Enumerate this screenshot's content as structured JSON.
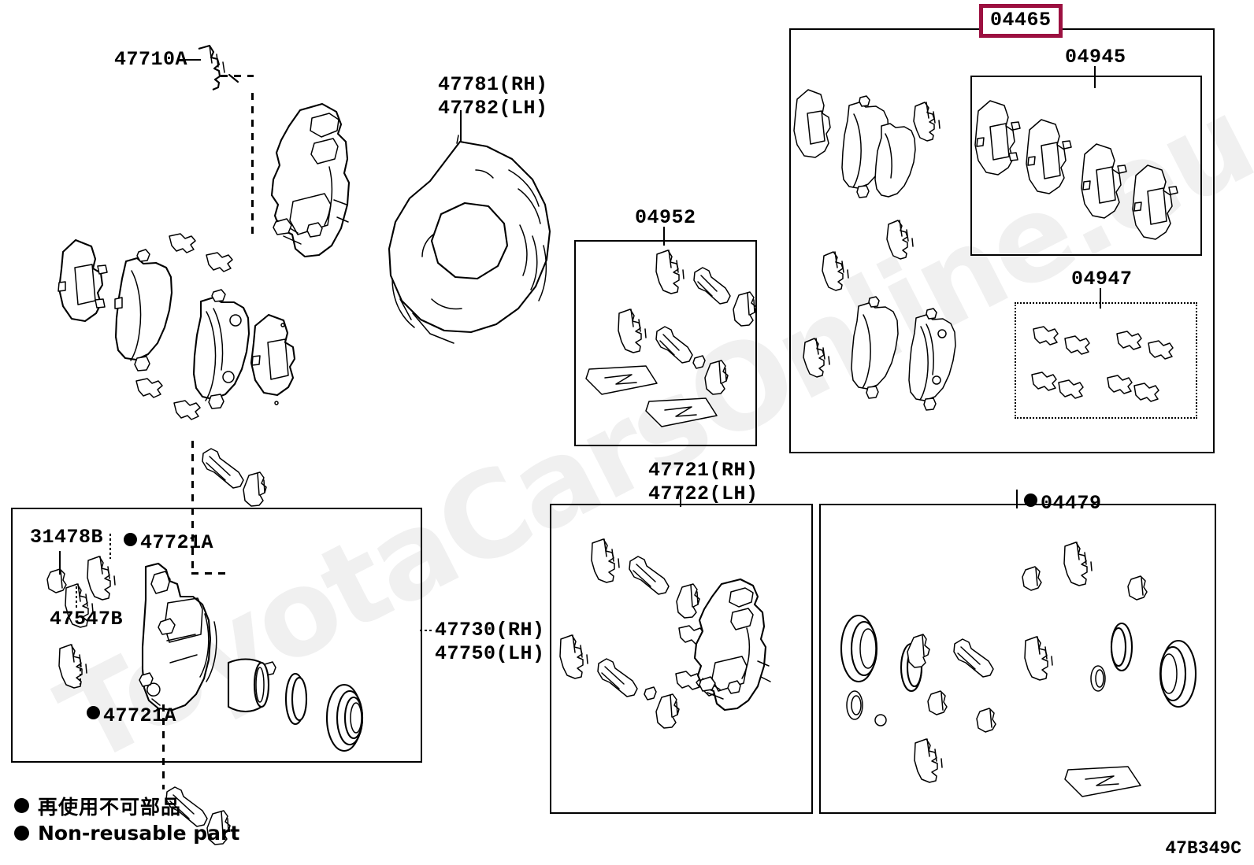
{
  "figure": {
    "code": "47B349C",
    "watermark": "ToyotaCarsOnline.eu",
    "highlight_color": "#9c1040"
  },
  "legend": {
    "marker": "filled-circle",
    "japanese": "再使用不可部品",
    "english": "Non-reusable part"
  },
  "callouts": {
    "bolt_top_left": "47710A",
    "dust_cover": "47781(RH)\n47782(LH)",
    "pad_kit_highlight": "04465",
    "shim_kit": "04945",
    "fitting_kit": "04947",
    "slide_pin_kit": "04952",
    "slide_pin_bolt": "47721(RH)\n47722(LH)",
    "seal_kit": "04479",
    "seal_kit_marker": "●",
    "caliper_assy": "47730(RH)\n47750(LH)",
    "bleeder_plug": "31478B",
    "guide_pin_upper": "47721A",
    "guide_pin_upper_marker": "●",
    "guide_pin_lower": "47721A",
    "guide_pin_lower_marker": "●",
    "sleeve": "47547B"
  },
  "boxes": {
    "pad_kit": {
      "label": "04465",
      "style": "solid"
    },
    "shim_kit": {
      "label": "04945",
      "style": "solid"
    },
    "fitting_kit": {
      "label": "04947",
      "style": "dotted"
    },
    "slide_pin_kit": {
      "label": "04952",
      "style": "solid"
    },
    "caliper_assy": {
      "label": "47730(RH) / 47750(LH)",
      "style": "solid"
    },
    "mounting_kit": {
      "label": "47721(RH) / 47722(LH)",
      "style": "solid"
    },
    "seal_kit": {
      "label": "04479",
      "style": "solid"
    }
  }
}
